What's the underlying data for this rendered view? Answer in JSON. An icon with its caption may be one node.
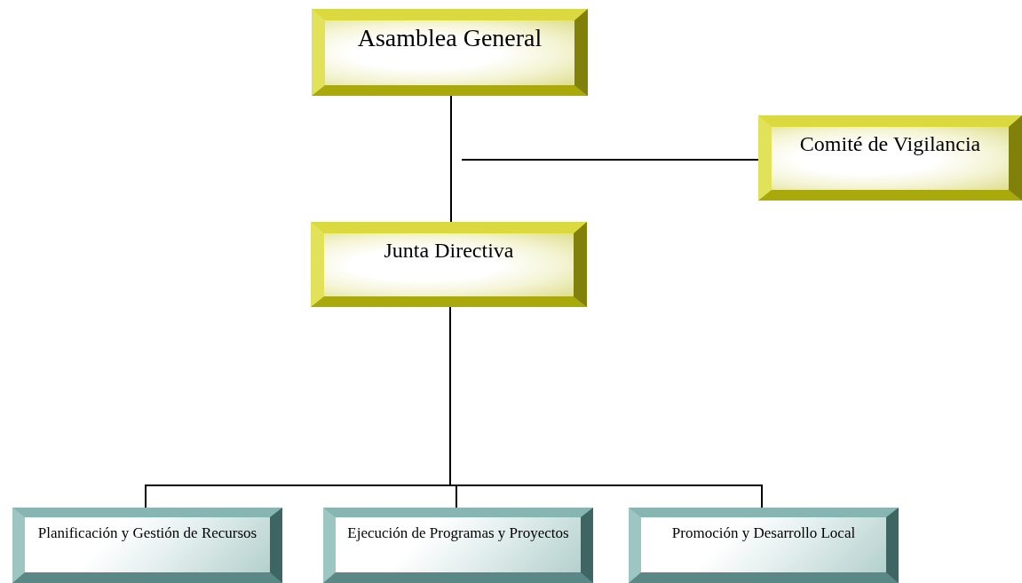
{
  "diagram": {
    "nodes": [
      {
        "text": [
          "Asamblea General"
        ]
      },
      {
        "text": [
          "Comité de Vigilancia"
        ]
      },
      {
        "text": [
          "Junta Directiva"
        ]
      },
      {
        "text": [
          "Planificación y Gestión de Recursos"
        ]
      },
      {
        "text": [
          "Ejecución de Programas y Proyectos"
        ]
      },
      {
        "text": [
          "Promoción y Desarrollo Local"
        ]
      }
    ],
    "edges": [
      {
        "from": 0,
        "to": 2,
        "arrow": "none"
      },
      {
        "from": null,
        "to": 1,
        "arrow": "none"
      },
      {
        "from": 2,
        "to": 3,
        "arrow": "none"
      },
      {
        "from": 2,
        "to": 4,
        "arrow": "none"
      },
      {
        "from": 2,
        "to": 5,
        "arrow": "none"
      }
    ]
  }
}
